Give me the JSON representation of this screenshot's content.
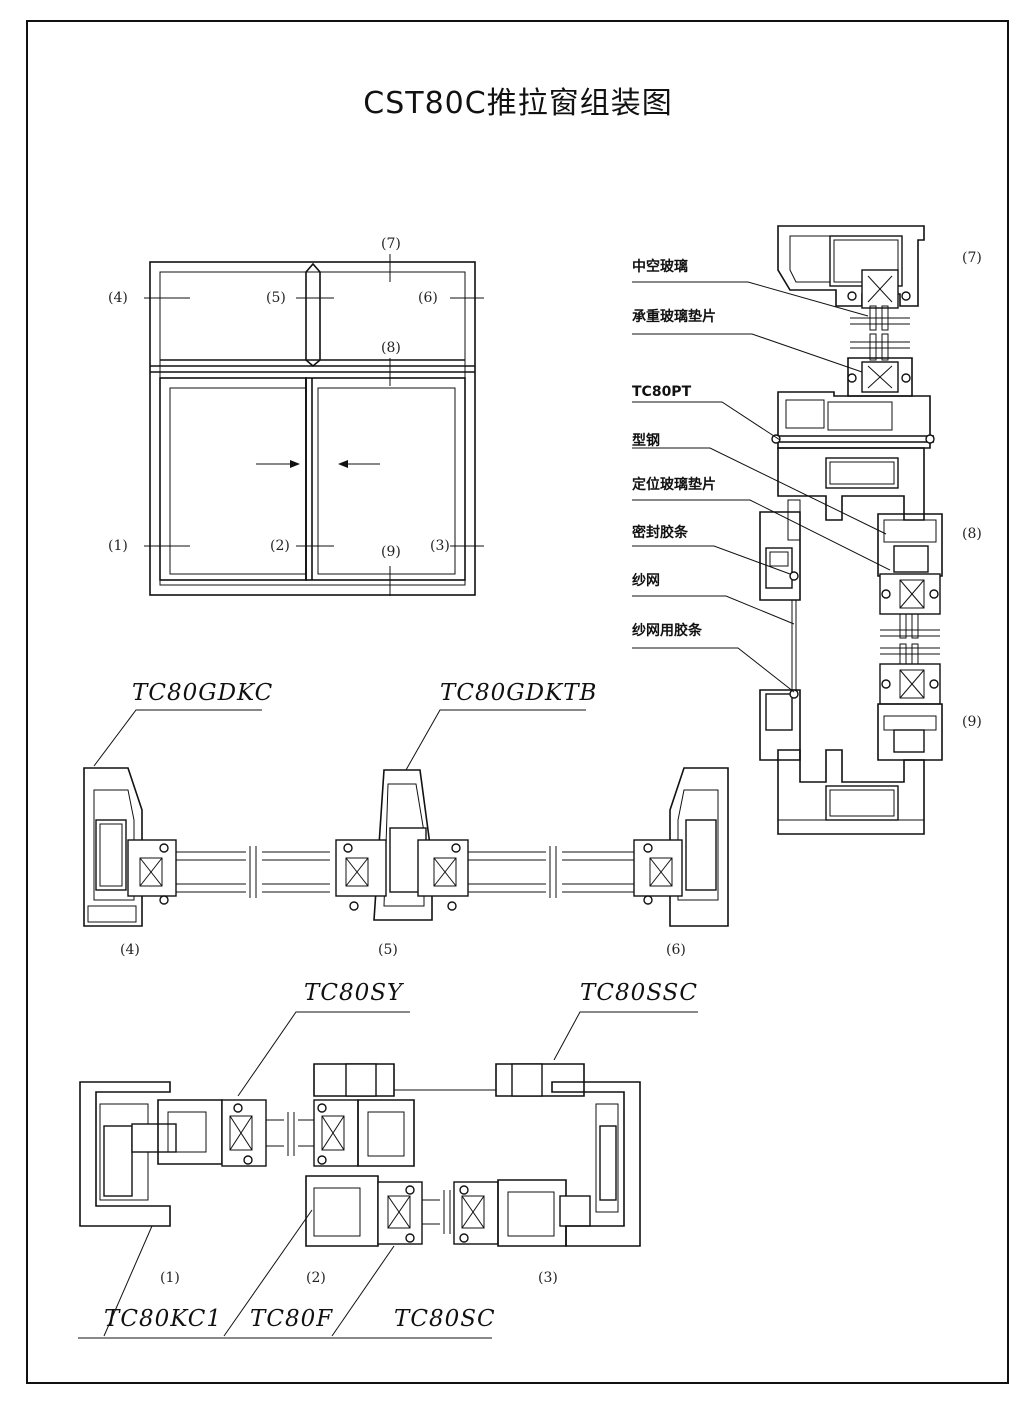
{
  "title": "CST80C推拉窗组装图",
  "elevation_marks": [
    "(1)",
    "(2)",
    "(3)",
    "(4)",
    "(5)",
    "(6)",
    "(7)",
    "(8)",
    "(9)"
  ],
  "vertical_section": {
    "callouts": [
      "中空玻璃",
      "承重玻璃垫片",
      "TC80PT",
      "型钢",
      "定位玻璃垫片",
      "密封胶条",
      "纱网",
      "纱网用胶条"
    ],
    "marks": [
      "(7)",
      "(8)",
      "(9)"
    ]
  },
  "upper_section": {
    "codes": [
      "TC80GDKC",
      "TC80GDKTB"
    ],
    "marks": [
      "(4)",
      "(5)",
      "(6)"
    ]
  },
  "lower_section": {
    "codes_top": [
      "TC80SY",
      "TC80SSC"
    ],
    "codes_bottom": [
      "TC80KC1",
      "TC80F",
      "TC80SC"
    ],
    "marks": [
      "(1)",
      "(2)",
      "(3)"
    ]
  }
}
